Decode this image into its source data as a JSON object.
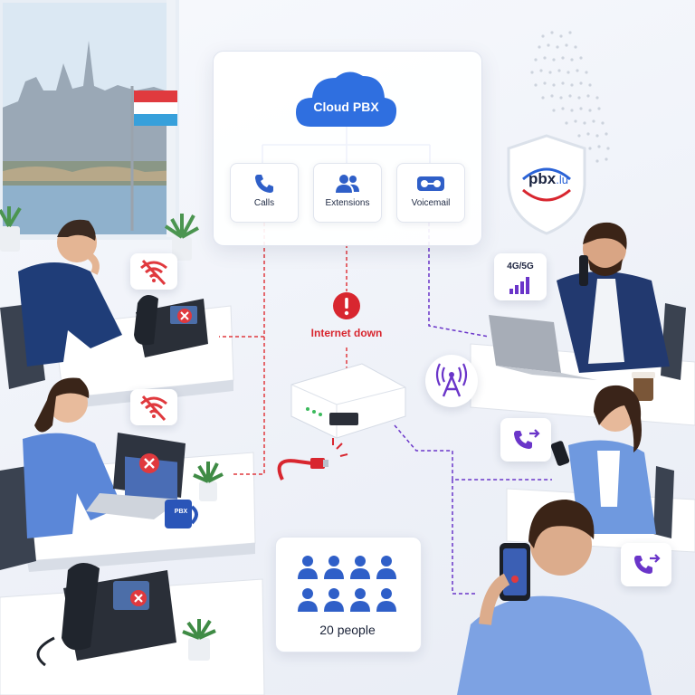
{
  "cloud": {
    "label": "Cloud PBX",
    "color": "#2f6fe0"
  },
  "features": [
    {
      "label": "Calls",
      "icon": "phone-icon"
    },
    {
      "label": "Extensions",
      "icon": "users-icon"
    },
    {
      "label": "Voicemail",
      "icon": "voicemail-icon"
    }
  ],
  "alert": {
    "label": "Internet down",
    "icon": "exclamation-icon",
    "color": "#d8262f"
  },
  "brand": {
    "name": "pbx",
    "suffix": ".lu",
    "icon": "shield-icon"
  },
  "mobile": {
    "label": "4G/5G",
    "icon": "signal-bars-icon",
    "tower_icon": "cell-tower-icon",
    "color": "#6a35c9"
  },
  "team": {
    "label": "20 people",
    "count": 20,
    "icon": "person-icon"
  },
  "mug": {
    "label": "PBX"
  },
  "colors": {
    "offline_line": "#e0393e",
    "mobile_line": "#6a35c9",
    "office_line": "#2f5fc8"
  }
}
